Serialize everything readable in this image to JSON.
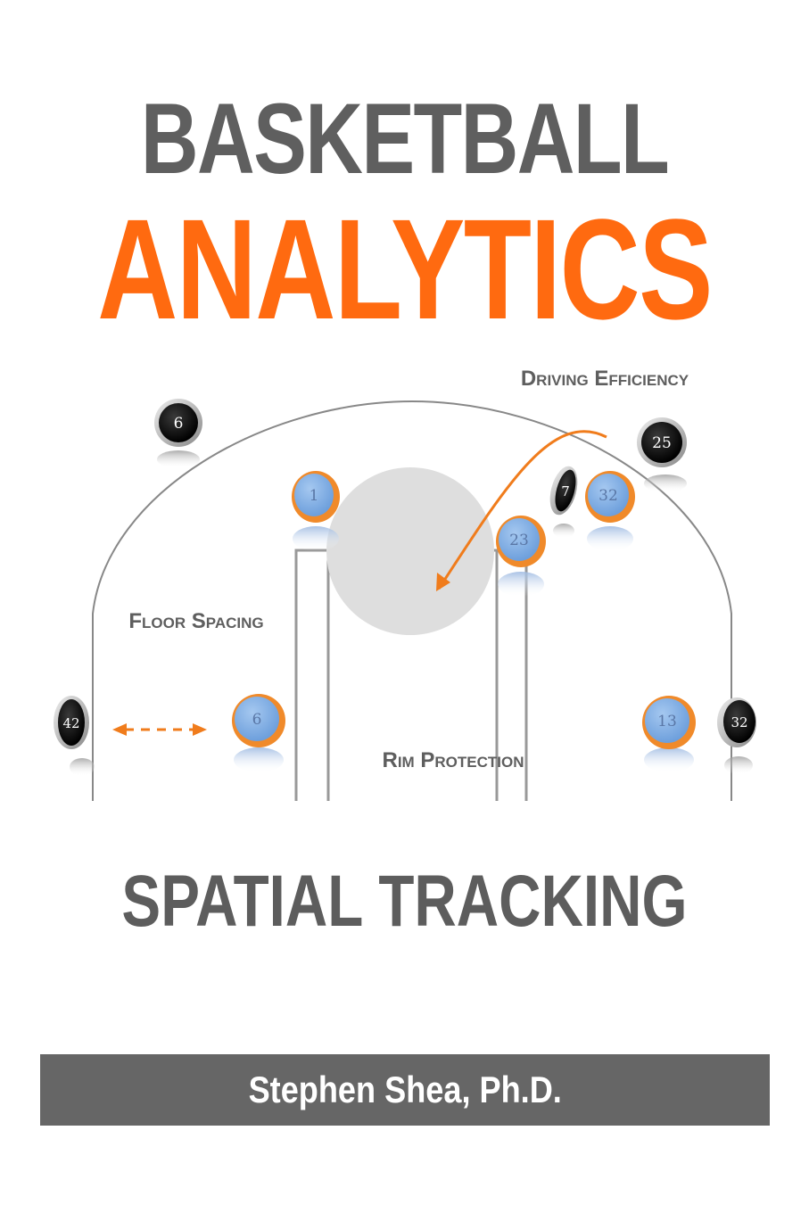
{
  "cover": {
    "title_line1": "BASKETBALL",
    "title_line2": "ANALYTICS",
    "subtitle": "SPATIAL TRACKING",
    "author": "Stephen Shea, Ph.D.",
    "colors": {
      "gray": "#5f5f5f",
      "orange": "#ff6a10",
      "bar": "#666666"
    }
  },
  "diagram": {
    "labels": {
      "driving": "Driving Efficiency",
      "floor": "Floor Spacing",
      "rim": "Rim Protection"
    },
    "offense_players": [
      "6",
      "25",
      "7",
      "42",
      "32"
    ],
    "defense_players": [
      "1",
      "32",
      "23",
      "6",
      "13"
    ]
  }
}
